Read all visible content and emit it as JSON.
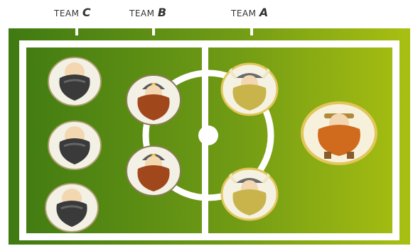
{
  "labels": {
    "team_c": {
      "word": "TEAM",
      "letter": "C"
    },
    "team_b": {
      "word": "TEAM",
      "letter": "B"
    },
    "team_a": {
      "word": "TEAM",
      "letter": "A"
    }
  },
  "colors": {
    "field_dark": "#3f7a12",
    "field_light": "#a9bf12",
    "line": "#ffffff",
    "ring_gold": "#e2c65a",
    "team_c_beard": "#3a3a3a",
    "team_b_beard": "#a1471c",
    "team_a_beard": "#c9b44c",
    "keeper_beard": "#d06a1c"
  },
  "players": [
    {
      "team": "C",
      "role": "defender",
      "helmet": "none",
      "beard": "black"
    },
    {
      "team": "C",
      "role": "defender",
      "helmet": "none",
      "beard": "black"
    },
    {
      "team": "C",
      "role": "defender",
      "helmet": "none",
      "beard": "black"
    },
    {
      "team": "B",
      "role": "midfielder",
      "helmet": "miner-lamp",
      "beard": "auburn"
    },
    {
      "team": "B",
      "role": "midfielder",
      "helmet": "miner-lamp",
      "beard": "auburn"
    },
    {
      "team": "A",
      "role": "forward",
      "helmet": "viking-horns",
      "beard": "blonde"
    },
    {
      "team": "A",
      "role": "forward",
      "helmet": "viking-horns",
      "beard": "blonde"
    },
    {
      "team": "A",
      "role": "keeper",
      "helmet": "headband",
      "beard": "ginger"
    }
  ]
}
